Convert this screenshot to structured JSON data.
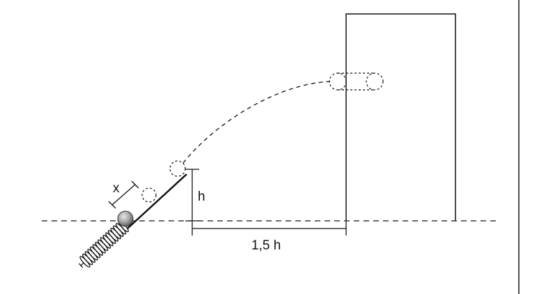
{
  "labels": {
    "x": "x",
    "h": "h",
    "distance": "1,5 h"
  },
  "colors": {
    "stroke": "#111111",
    "ball_light": "#d9d9d9",
    "ball_dark": "#6f6f6f"
  }
}
